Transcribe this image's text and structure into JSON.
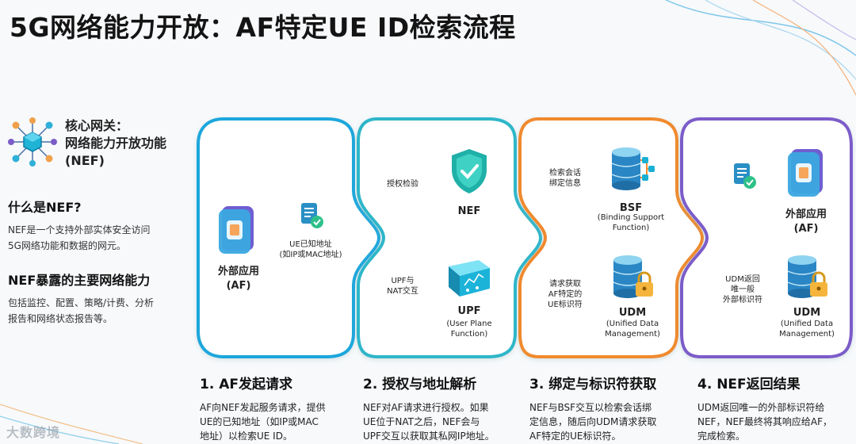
{
  "title": "5G网络能力开放：AF特定UE ID检索流程",
  "left": {
    "hero_line1": "核心网关：",
    "hero_line2": "网络能力开放功能",
    "hero_line3": "(NEF)",
    "q1": "什么是NEF?",
    "a1_l1": "NEF是一个支持外部实体安全访问",
    "a1_l2": "5G网络功能和数据的网元。",
    "q2": "NEF暴露的主要网络能力",
    "a2_l1": "包括监控、配置、策略/计费、分析",
    "a2_l2": "报告和网络状态报告等。"
  },
  "card1": {
    "af_l1": "外部应用",
    "af_l2": "(AF)",
    "ue_l1": "UE已知地址",
    "ue_l2": "(如IP或MAC地址)"
  },
  "card2": {
    "auth": "授权检验",
    "nef": "NEF",
    "upf_nat_l1": "UPF与",
    "upf_nat_l2": "NAT交互",
    "upf": "UPF",
    "upf_sub_l1": "(User Plane",
    "upf_sub_l2": "Function)"
  },
  "card3": {
    "session_l1": "检索会话",
    "session_l2": "绑定信息",
    "bsf": "BSF",
    "bsf_sub_l1": "(Binding Support",
    "bsf_sub_l2": "Function)",
    "req_l1": "请求获取",
    "req_l2": "AF特定的",
    "req_l3": "UE标识符",
    "udm": "UDM",
    "udm_sub_l1": "(Unified Data",
    "udm_sub_l2": "Management)"
  },
  "card4": {
    "af_l1": "外部应用",
    "af_l2": "(AF)",
    "ret_l1": "UDM返回",
    "ret_l2": "唯一般",
    "ret_l3": "外部标识符",
    "udm": "UDM",
    "udm_sub_l1": "(Unified Data",
    "udm_sub_l2": "Management)"
  },
  "steps": [
    {
      "title": "1. AF发起请求",
      "desc_l1": "AF向NEF发起服务请求，提供",
      "desc_l2": "UE的已知地址（如IP或MAC",
      "desc_l3": "地址）以检索UE ID。"
    },
    {
      "title": "2. 授权与地址解析",
      "desc_l1": "NEF对AF请求进行授权。如果",
      "desc_l2": "UE位于NAT之后，NEF会与",
      "desc_l3": "UPF交互以获取其私网IP地址。"
    },
    {
      "title": "3. 绑定与标识符获取",
      "desc_l1": "NEF与BSF交互以检索会话绑",
      "desc_l2": "定信息，随后向UDM请求获取",
      "desc_l3": "AF特定的UE标识符。"
    },
    {
      "title": "4. NEF返回结果",
      "desc_l1": "UDM返回唯一的外部标识符给",
      "desc_l2": "NEF，NEF最终将其响应给AF，",
      "desc_l3": "完成检索。"
    }
  ],
  "watermark": "大数跨境",
  "colors": {
    "card1": "#1ea7dc",
    "card2": "#2fb6c9",
    "card3": "#f08a2e",
    "card4": "#7b5cc9"
  }
}
